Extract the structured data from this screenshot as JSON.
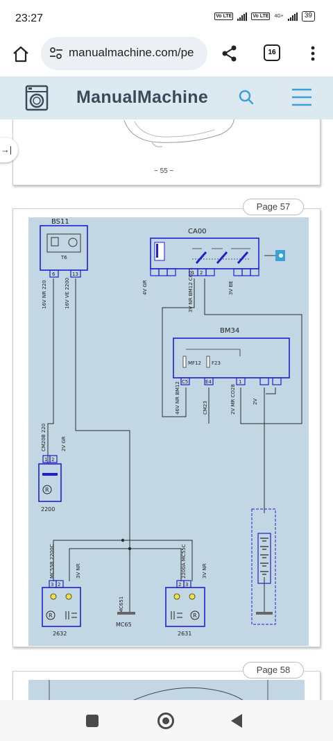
{
  "status_bar": {
    "time": "23:27",
    "lte1": "Vo LTE",
    "lte2": "Vo LTE",
    "net": "4G+",
    "battery": "39"
  },
  "browser": {
    "url": "manualmachine.com/pe",
    "tab_count": "16"
  },
  "site": {
    "brand": "ManualMachine"
  },
  "prev_page": {
    "number_text": "~ 55 ~"
  },
  "page57": {
    "badge": "Page 57",
    "diagram": {
      "bs11": "BS11",
      "t6": "T6",
      "pin6": "6",
      "pin13": "13",
      "wire_bs11_a": "16V NR 220",
      "wire_bs11_b": "16V VE 2200",
      "ca00": "CA00",
      "ca00_pin1": "1",
      "ca00_pin2": "2",
      "wire_4v": "4V GR",
      "wire_ca00_mid": "3V NR BM12 CO21",
      "wire_3v_be": "3V BE",
      "bm34": "BM34",
      "mf12": "MF12",
      "f23": "F23",
      "bm34_c5": "C5",
      "bm34_e4": "E4",
      "bm34_1": "1",
      "wire_46v": "46V NR BM12",
      "wire_cm23": "CM23",
      "wire_2v_mr": "2V MR CO28",
      "wire_2v": "2V",
      "wire_cm20b": "CM20B 220",
      "wire_2v_gr": "2V GR",
      "c2200_pin1": "1",
      "c2200_pin2": "2",
      "comp2200": "2200",
      "wire_2632_a": "MC55B 2200C",
      "wire_3v_nr_l": "3V NR",
      "c2632_pin3": "3",
      "c2632_pin2": "2",
      "comp2632": "2632",
      "mc651": "MC651",
      "mc65": "MC65",
      "wire_2631_a": "2200A MC55C",
      "wire_3v_nr_r": "3V NR",
      "c2631_pin2": "2",
      "c2631_pin3": "3",
      "comp2631": "2631"
    }
  },
  "page58": {
    "badge": "Page 58"
  },
  "icons": {
    "home": "home-icon",
    "tune": "tune-icon",
    "share": "share-icon",
    "menu": "more-vert-icon",
    "search": "search-icon",
    "hamburger": "hamburger-icon",
    "logo": "washing-machine-icon",
    "sidebar": "sidebar-expand-icon"
  },
  "colors": {
    "accent": "#3ba0d8",
    "header_bg": "#dde9f0",
    "diagram_bg": "#c3d6e4",
    "wire_blue": "#1f1fd0"
  }
}
